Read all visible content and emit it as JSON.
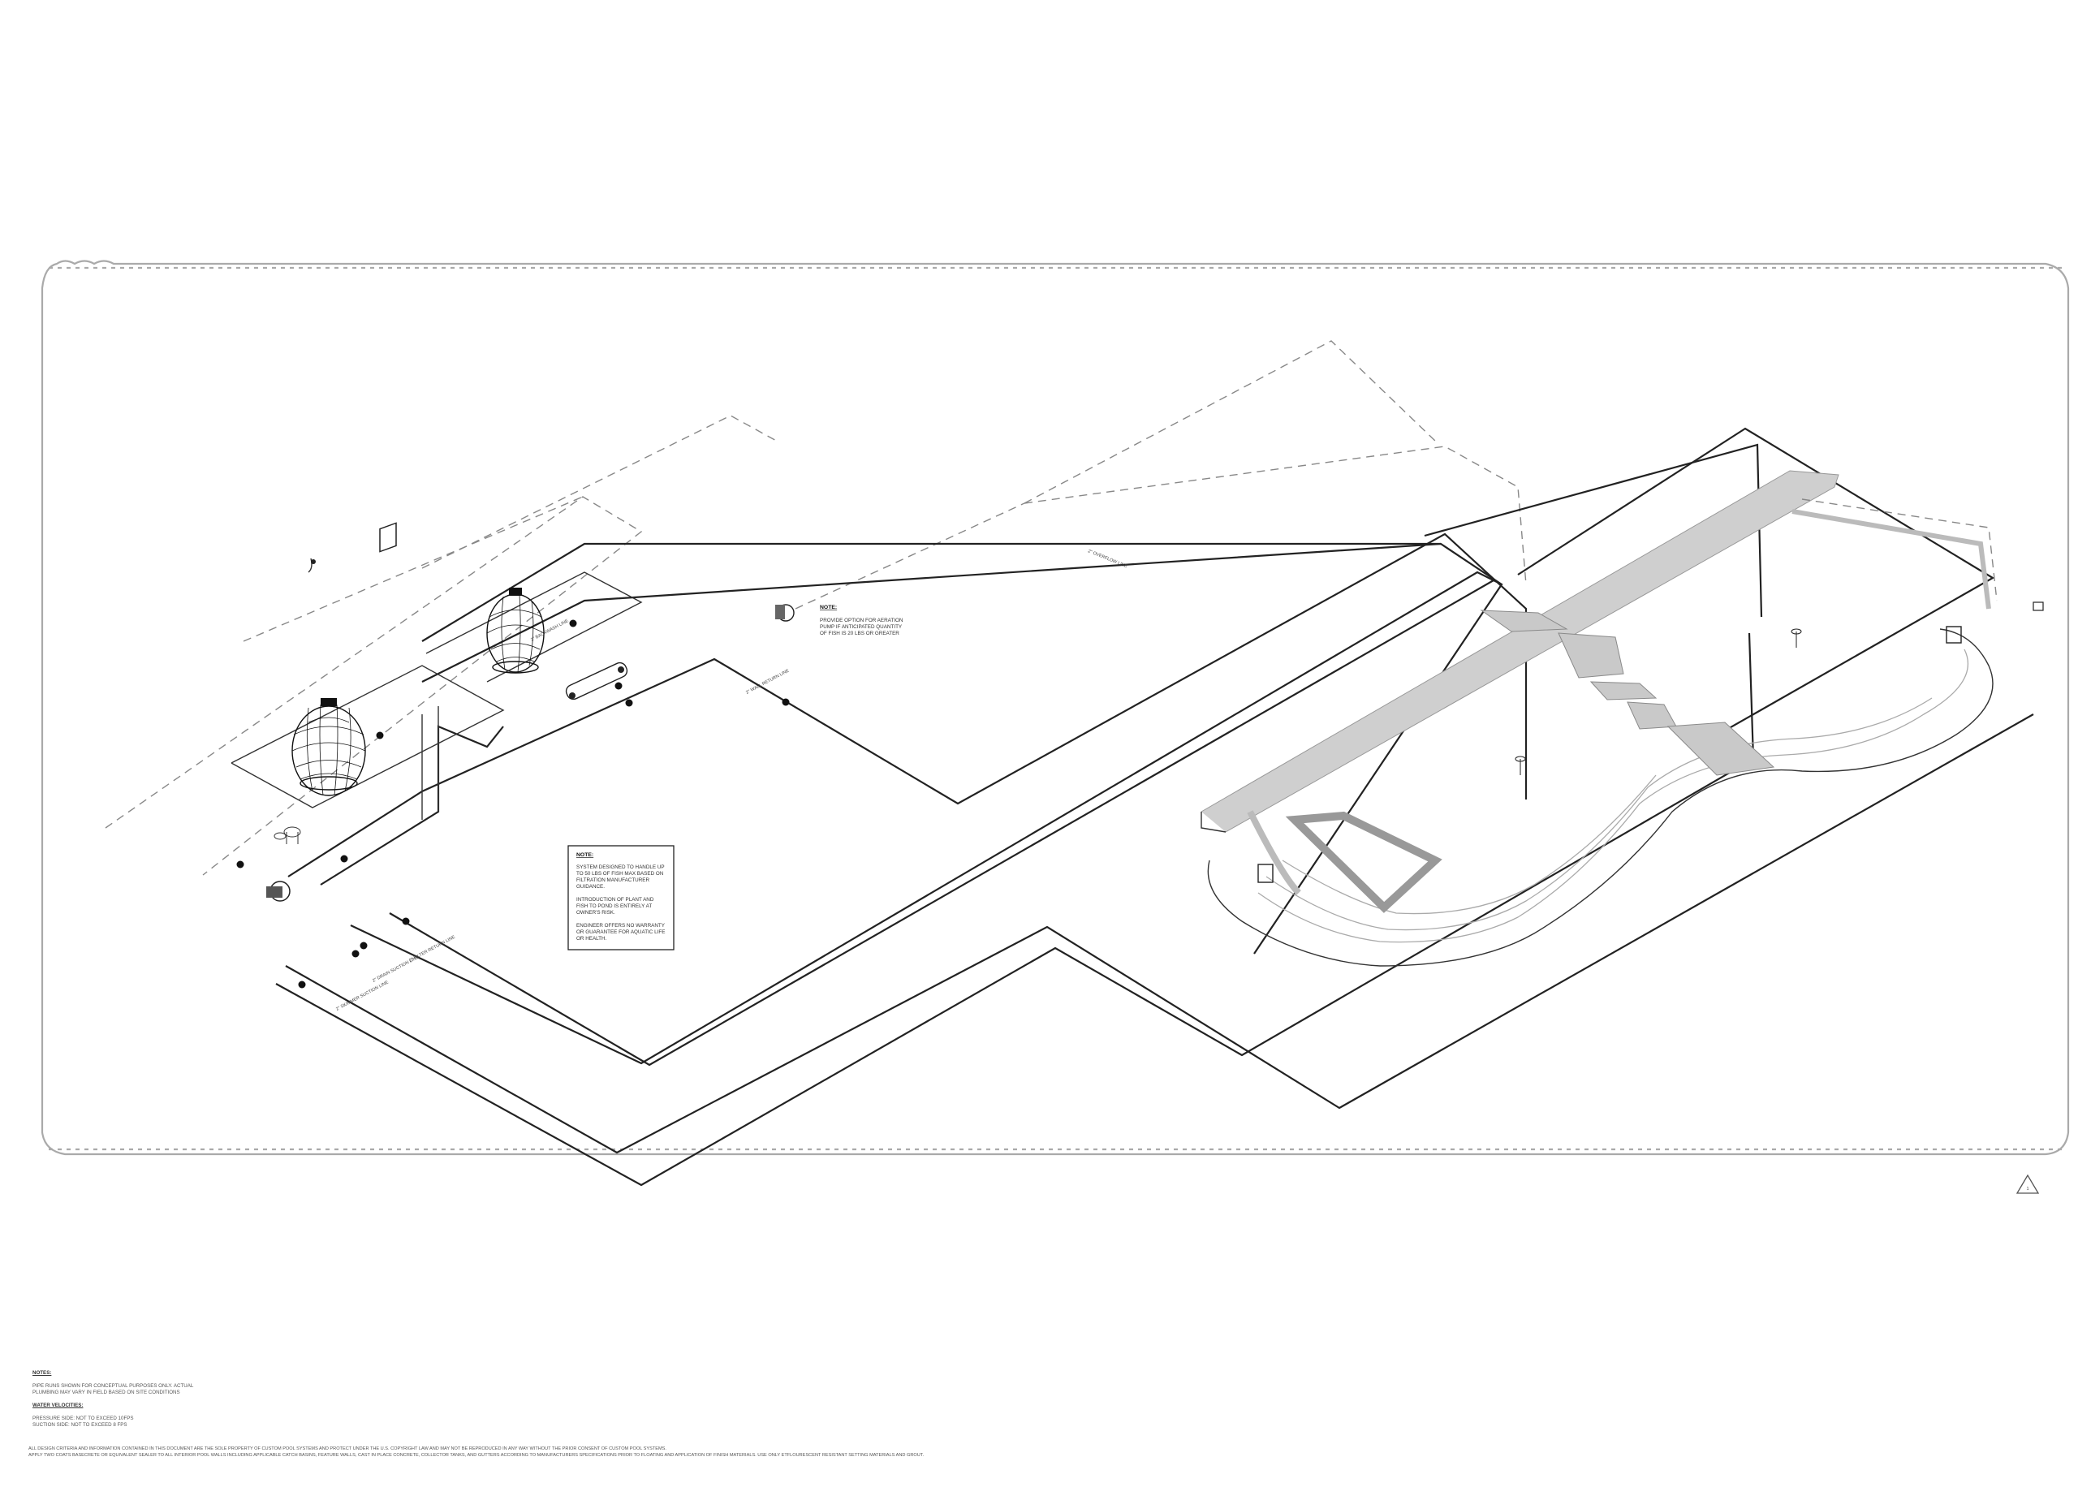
{
  "notes_box": {
    "title": "NOTE:",
    "lines": [
      "SYSTEM DESIGNED TO HANDLE UP",
      "TO 50 LBS OF FISH MAX BASED ON",
      "FILTRATION MANUFACTURER",
      "GUIDANCE.",
      "",
      "INTRODUCTION OF PLANT AND",
      "FISH TO POND IS ENTIRELY AT",
      "OWNER'S RISK.",
      "",
      "ENGINEER OFFERS NO WARRANTY",
      "OR GUARANTEE FOR AQUATIC LIFE",
      "OR HEALTH."
    ]
  },
  "aeration_note": {
    "title": "NOTE:",
    "lines": [
      "PROVIDE OPTION FOR AERATION",
      "PUMP IF ANTICIPATED QUANTITY",
      "OF FISH IS 20 LBS OR GREATER"
    ]
  },
  "pipe_labels": [
    "2\" SKIMMER SUCTION LINE",
    "2\" DRAIN SUCTION LINE",
    "2\" FILTER RETURN LINE",
    "2\" WALL RETURN LINE",
    "2\" BACKWASH LINE",
    "2\" OVERFLOW LINE"
  ],
  "general_notes": {
    "title": "NOTES:",
    "lines": [
      "PIPE RUNS SHOWN FOR CONCEPTUAL PURPOSES ONLY. ACTUAL",
      "PLUMBING MAY VARY IN FIELD BASED ON SITE CONDITIONS"
    ],
    "velocity_title": "WATER VELOCITIES:",
    "velocity_lines": [
      "PRESSURE SIDE: NOT TO EXCEED 10FPS",
      "SUCTION SIDE: NOT TO EXCEED 8 FPS"
    ]
  },
  "disclaimer": [
    "ALL DESIGN CRITERIA AND INFORMATION CONTAINED IN THIS DOCUMENT ARE THE SOLE PROPERTY OF CUSTOM POOL SYSTEMS AND PROTECT UNDER THE U.S. COPYRIGHT LAW AND MAY NOT BE REPRODUCED IN ANY WAY WITHOUT THE PRIOR CONSENT OF CUSTOM POOL SYSTEMS.",
    "APPLY TWO COATS BASECRETE OR EQUIVALENT SEALER TO ALL INTERIOR POOL WALLS INCLUDING APPLICABLE CATCH BASINS, FEATURE WALLS, CAST IN PLACE CONCRETE, COLLECTOR TANKS, AND GUTTERS ACCORDING TO MANUFACTURERS SPECIFICATIONS PRIOR TO FLOATING AND APPLICATION OF FINISH MATERIALS. USE ONLY ETFLOURESCENT RESISTANT SETTING MATERIALS AND GROUT."
  ],
  "revision_mark": "1"
}
